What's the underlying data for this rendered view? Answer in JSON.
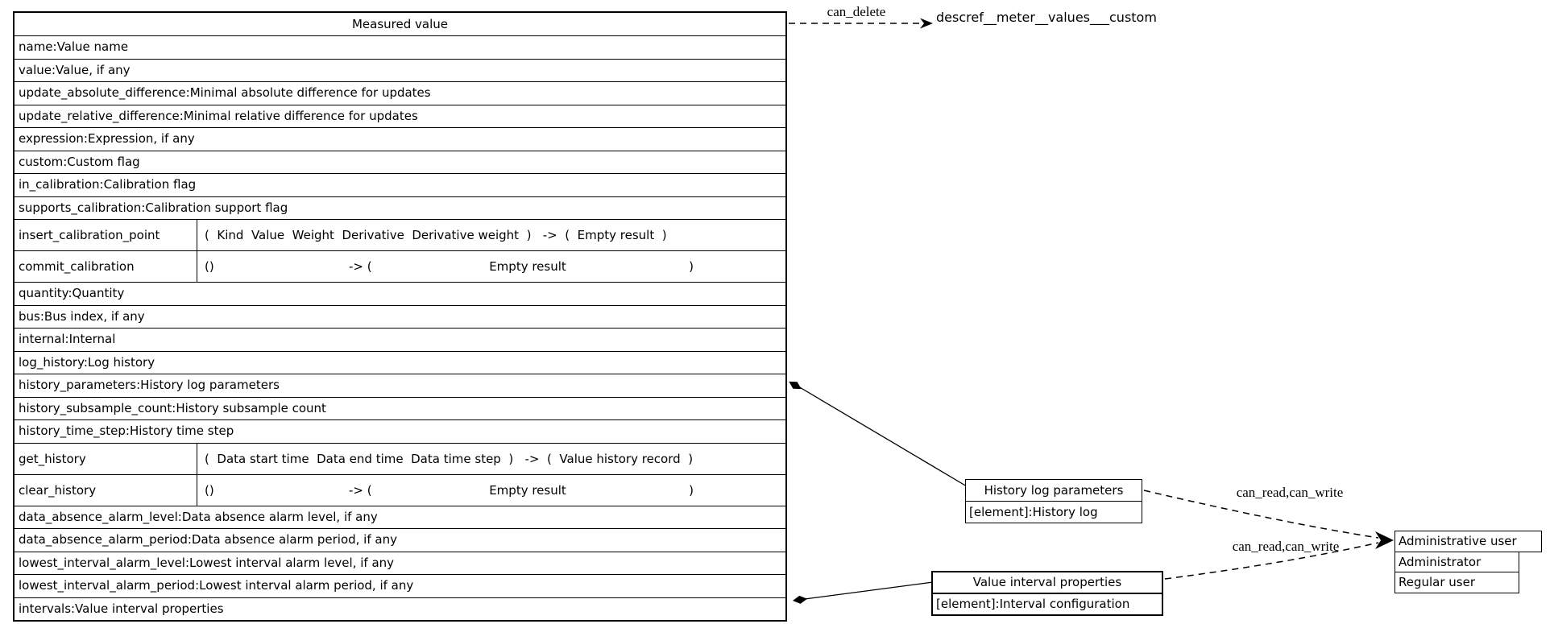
{
  "colors": {
    "line": "#000000",
    "background": "#ffffff",
    "text": "#000000"
  },
  "table": {
    "title": "Measured value",
    "rows": [
      {
        "type": "attr",
        "text": "name:Value name"
      },
      {
        "type": "attr",
        "text": "value:Value, if any"
      },
      {
        "type": "attr",
        "text": "update_absolute_difference:Minimal absolute difference for updates"
      },
      {
        "type": "attr",
        "text": "update_relative_difference:Minimal relative difference for updates"
      },
      {
        "type": "attr",
        "text": "expression:Expression, if any"
      },
      {
        "type": "attr",
        "text": "custom:Custom flag"
      },
      {
        "type": "attr",
        "text": "in_calibration:Calibration flag"
      },
      {
        "type": "attr",
        "text": "supports_calibration:Calibration support flag"
      },
      {
        "type": "method",
        "name": "insert_calibration_point",
        "sig": "(  Kind  Value  Weight  Derivative  Derivative weight  )   ->  (  Empty result  )"
      },
      {
        "type": "method4",
        "name": "commit_calibration",
        "parts": [
          "()",
          "-> (",
          "Empty result",
          ")"
        ]
      },
      {
        "type": "attr",
        "text": "quantity:Quantity"
      },
      {
        "type": "attr",
        "text": "bus:Bus index, if any"
      },
      {
        "type": "attr",
        "text": "internal:Internal"
      },
      {
        "type": "attr",
        "text": "log_history:Log history"
      },
      {
        "type": "attr",
        "text": "history_parameters:History log parameters"
      },
      {
        "type": "attr",
        "text": "history_subsample_count:History subsample count"
      },
      {
        "type": "attr",
        "text": "history_time_step:History time step"
      },
      {
        "type": "method",
        "name": "get_history",
        "sig": "(  Data start time  Data end time  Data time step  )   ->  (  Value history record  )"
      },
      {
        "type": "method4",
        "name": "clear_history",
        "parts": [
          "()",
          "-> (",
          "Empty result",
          ")"
        ]
      },
      {
        "type": "attr",
        "text": "data_absence_alarm_level:Data absence alarm level, if any"
      },
      {
        "type": "attr",
        "text": "data_absence_alarm_period:Data absence alarm period, if any"
      },
      {
        "type": "attr",
        "text": "lowest_interval_alarm_level:Lowest interval alarm level, if any"
      },
      {
        "type": "attr",
        "text": "lowest_interval_alarm_period:Lowest interval alarm period, if any"
      },
      {
        "type": "attr",
        "text": "intervals:Value interval properties"
      }
    ]
  },
  "ext_ref": {
    "edge_label": "can_delete",
    "target": "descref__meter__values___custom"
  },
  "history_box": {
    "title": "History log parameters",
    "row": "[element]:History log",
    "edge_label": "can_read,can_write"
  },
  "interval_box": {
    "title": "Value interval properties",
    "row": "[element]:Interval configuration",
    "edge_label": "can_read,can_write"
  },
  "user_box": {
    "title": "Administrative user",
    "rows": [
      "Administrator",
      "Regular user"
    ]
  }
}
